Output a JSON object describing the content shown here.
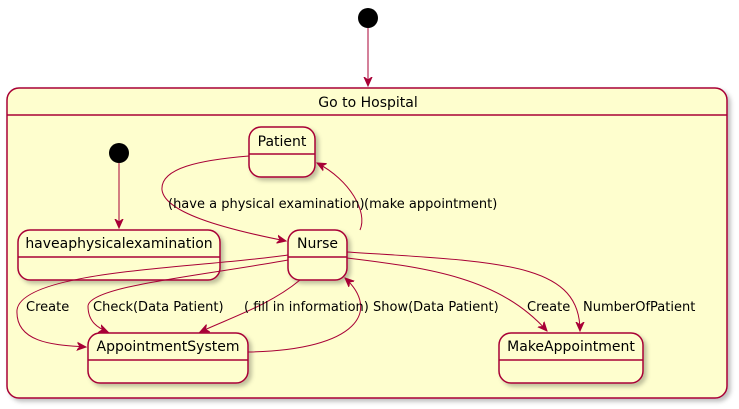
{
  "composite_state": {
    "title": "Go to Hospital"
  },
  "states": {
    "patient": "Patient",
    "nurse": "Nurse",
    "have_physical": "haveaphysicalexamination",
    "appointment_system": "AppointmentSystem",
    "make_appointment": "MakeAppointment"
  },
  "transitions": {
    "have_physical_exam": "(have a physical examination)",
    "make_appointment": "(make appointment)",
    "create_left": "Create",
    "check_data_patient": "Check(Data Patient)",
    "fill_in_information": "( fill in information)",
    "show_data_patient": "Show(Data Patient)",
    "create_right": "Create",
    "number_of_patient": "NumberOfPatient"
  },
  "colors": {
    "state_fill": "#FEFECE",
    "state_border": "#A80036",
    "arrow": "#A80036",
    "initial_node": "#000000"
  }
}
